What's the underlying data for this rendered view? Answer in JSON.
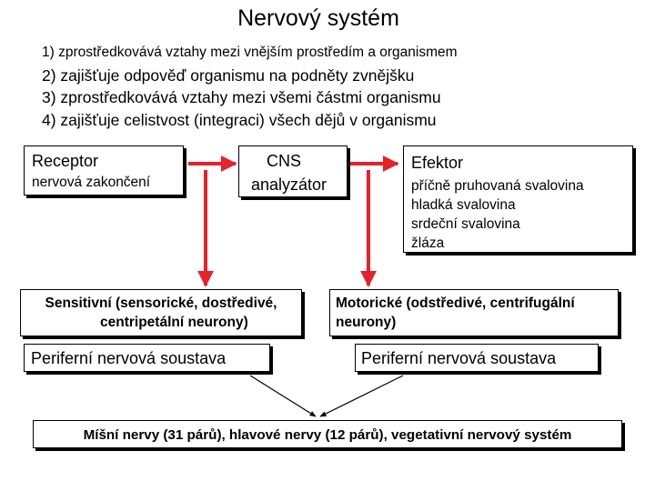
{
  "title": "Nervový systém",
  "points": [
    "1) zprostředkovává vztahy mezi vnějším prostředím a organismem",
    "2) zajišťuje odpověď organismu na podněty zvnějšku",
    "3) zprostředkovává vztahy mezi všemi částmi organismu",
    "4) zajišťuje celistvost (integraci)  všech dějů  v organismu"
  ],
  "receptor": {
    "title": "Receptor",
    "text": "nervová zakončení"
  },
  "cns": {
    "title": "CNS",
    "text": "analyzátor"
  },
  "efektor": {
    "title": "Efektor",
    "items": [
      "příčně pruhovaná svalovina",
      "hladká svalovina",
      "srdeční svalovina",
      "žláza"
    ]
  },
  "sensitivni": {
    "line1": "Sensitivní (sensorické, dostředivé,",
    "line2": "centripetální neurony)"
  },
  "motoricke": {
    "line1": "Motorické (odstředivé, centrifugální",
    "line2": "neurony)"
  },
  "periferni_left": "Periferní nervová soustava",
  "periferni_right": "Periferní nervová soustava",
  "nervy": "Míšní nervy (31 párů), hlavové nervy (12 párů), vegetativní nervový systém",
  "colors": {
    "arrow": "#e8202a",
    "text": "#000000",
    "border": "#000000"
  }
}
